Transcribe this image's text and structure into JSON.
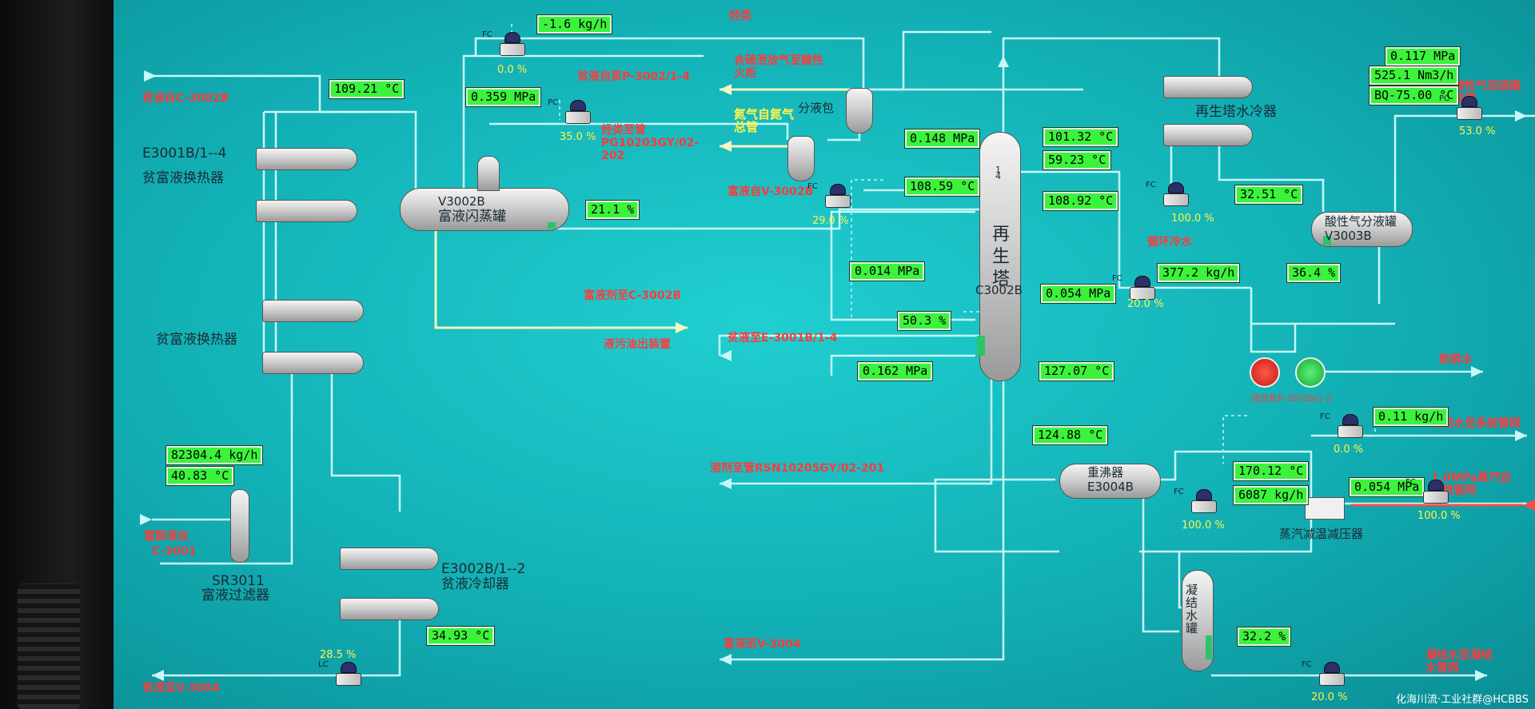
{
  "equipment": {
    "e3001b_name": "E3001B/1--4",
    "e3001b_desc": "贫富液换热器",
    "hx_lower_desc": "贫富液换热器",
    "v3002b_name": "V3002B",
    "v3002b_desc": "富液闪蒸罐",
    "sr3011_name": "SR3011",
    "sr3011_desc": "富液过滤器",
    "e3002b_name": "E3002B/1--2",
    "e3002b_desc": "贫液冷却器",
    "separator": "分液包",
    "regen_name": "再生塔",
    "c3002b": "C3002B",
    "tray_1": "1",
    "tray_4": "4",
    "regen_cooler": "再生塔水冷器",
    "acid_sep_desc": "酸性气分液罐",
    "acid_sep_name": "V3003B",
    "reboiler_desc": "重沸器",
    "reboiler_name": "E3004B",
    "condensate_tank": "凝结水罐",
    "desuperheater": "蒸汽减温减压器",
    "pump_label": "回流泵P-3003B/1-2"
  },
  "stream_labels": {
    "lean_from_c3002b": "贫液自C-3002B",
    "lean_from_pump": "贫液自泵P-3002/1-4",
    "hydrocarbon": "烃类",
    "h2s_flare": "含硫泄放气至酸性火炬",
    "nitrogen": "氮气自氮气总管",
    "hc_to_pipe": "烃类至管PG10203GY/02-202",
    "rich_from_v3002b": "富液自V-3002B",
    "rich_to_c3002b": "富液剂至C-3002B",
    "oil_out": "液污油出装置",
    "lean_to_e3001b": "贫液至E-3001B/1-4",
    "solvent_to_pipe": "溶剂至管RSN10205GY/02-201",
    "rich_to_v3004": "富液至V-3004",
    "lean_to_v3004": "贫液至V-3004",
    "rich_from_c3001_a": "富胺液自",
    "rich_from_c3001_b": "C-3001",
    "circ_water": "循环冷水",
    "acid_gas_out": "酸性气至硫磺装置",
    "fresh_water": "新鲜水",
    "water_to_sys": "凝结水至系统管网",
    "steam_1mpa": "1.0MPa蒸汽自系统管网",
    "condensate_out": "凝结水至凝结水管网"
  },
  "readings": {
    "flow_top": "-1.6  kg/h",
    "temp_lean_in": "109.21 °C",
    "press_v3002": "0.359  MPa",
    "level_v3002": "21.1  %",
    "press_top": "0.148  MPa",
    "temp_top_1": "101.32 °C",
    "temp_top_2": "59.23  °C",
    "temp_mid_1": "108.59 °C",
    "temp_mid_2": "108.92 °C",
    "press_left": "0.014  MPa",
    "press_right": "0.054  MPa",
    "level_c3002": "50.3  %",
    "press_bottom": "0.162  MPa",
    "temp_bottom": "127.07 °C",
    "temp_reboiler": "124.88 °C",
    "flow_rich": "82304.4 kg/h",
    "temp_rich": "40.83  °C",
    "temp_lean_out": "34.93  °C",
    "acid_press": "0.117  MPa",
    "acid_flow": "525.1  Nm3/h",
    "acid_temp": "BQ-75.00 °C",
    "temp_cooler": "32.51  °C",
    "reflux_flow": "377.2  kg/h",
    "reflux_level": "36.4  %",
    "water_flow": "0.11  kg/h",
    "steam_temp": "170.12  °C",
    "steam_flow": "6087  kg/h",
    "steam_press": "0.054  MPa",
    "cond_level": "32.2  %"
  },
  "valves": {
    "fc_top": "0.0   %",
    "pc_v3002": "35.0   %",
    "fc_rich": "29.0   %",
    "lc_lean": "28.5   %",
    "pc_acid": "53.0   %",
    "fc_cooler": "100.0   %",
    "fc_reflux": "20.0   %",
    "fc_water": "0.0   %",
    "fc_steam": "100.0   %",
    "fc_steam_2": "100.0   %",
    "fc_cond": "20.0   %"
  },
  "tags": {
    "fc": "FC",
    "pc": "PC",
    "lc": "LC"
  },
  "colors": {
    "screen": "#12b0b5",
    "reading_box": "#3cf33c",
    "label_red": "#ff3a3a",
    "flow_line": "#bff6f6",
    "pump_red": "#ff2a1a",
    "pump_green": "#29d64a"
  },
  "watermark": "化海川流·工业社群@HCBBS"
}
